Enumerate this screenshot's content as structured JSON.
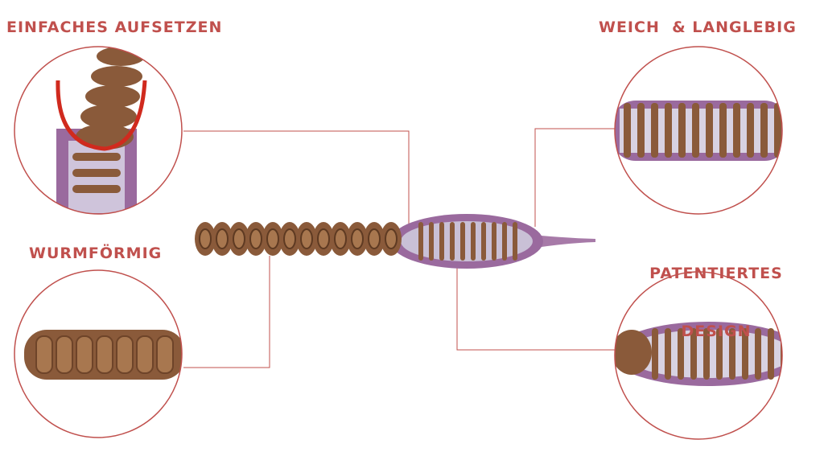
{
  "labels": {
    "top_left": "EINFACHES AUFSETZEN",
    "top_right": "WEICH  & LANGLEBIG",
    "mid_left": "WURMFÖRMIG",
    "mid_right_line1": "PATENTIERTES",
    "mid_right_line2": "DESIGN"
  },
  "colors": {
    "accent": "#c0504d",
    "bait_brown": "#8a5a3a",
    "bait_purple": "#9a6a9e",
    "hook_red": "#d02a1e"
  }
}
